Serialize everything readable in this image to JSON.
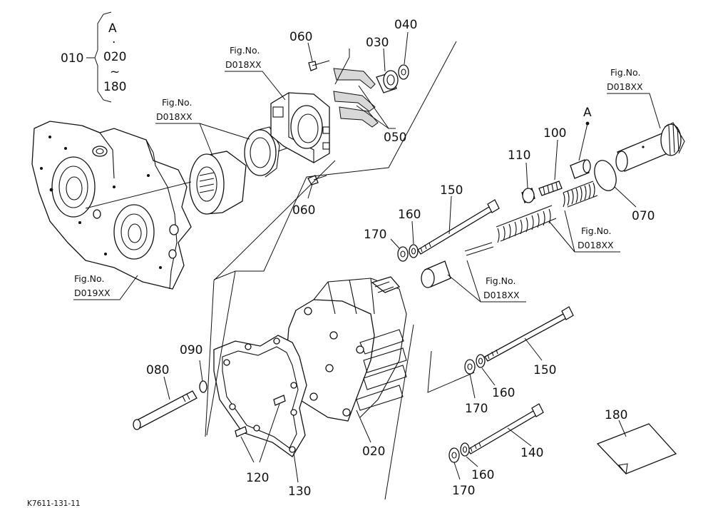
{
  "diagram": {
    "code": "K7611-131-11",
    "range_block": {
      "main": "010",
      "top": "A",
      "dot": "·",
      "from": "020",
      "tilde": "~",
      "to": "180"
    },
    "fig_refs": [
      {
        "line1": "Fig.No.",
        "line2": "D018XX"
      },
      {
        "line1": "Fig.No.",
        "line2": "D018XX"
      },
      {
        "line1": "Fig.No.",
        "line2": "D018XX"
      },
      {
        "line1": "Fig.No.",
        "line2": "D018XX"
      },
      {
        "line1": "Fig.No.",
        "line2": "D018XX"
      },
      {
        "line1": "Fig.No.",
        "line2": "D019XX"
      }
    ],
    "callouts": [
      "060",
      "030",
      "040",
      "050",
      "060",
      "100",
      "A",
      "110",
      "070",
      "150",
      "160",
      "170",
      "090",
      "080",
      "150",
      "170",
      "160",
      "180",
      "140",
      "160",
      "170",
      "120",
      "130",
      "020"
    ]
  }
}
